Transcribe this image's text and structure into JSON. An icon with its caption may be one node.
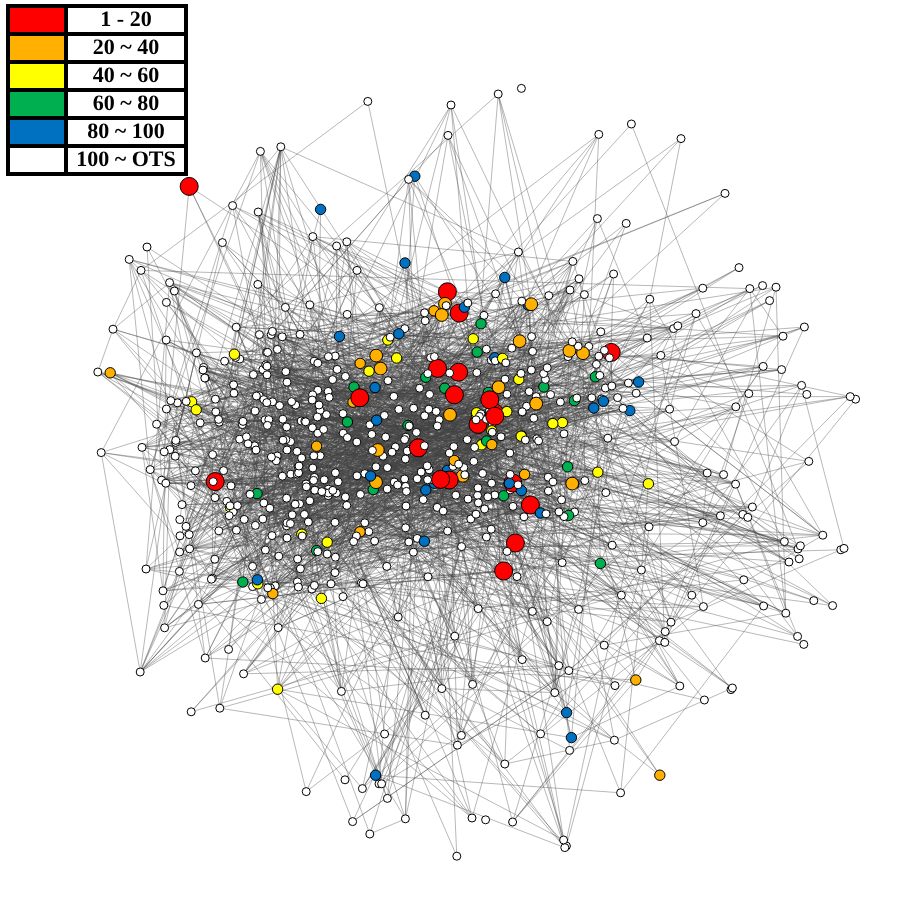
{
  "diagram": {
    "legend": [
      {
        "text": "1 - 20",
        "color": "#ff0000"
      },
      {
        "text": "20 ~ 40",
        "color": "#ffb000"
      },
      {
        "text": "40 ~ 60",
        "color": "#ffff00"
      },
      {
        "text": "60 ~ 80",
        "color": "#00b050"
      },
      {
        "text": "80 ~ 100",
        "color": "#0070c0"
      },
      {
        "text": "100 ~ OTS",
        "color": "#ffffff"
      }
    ]
  }
}
